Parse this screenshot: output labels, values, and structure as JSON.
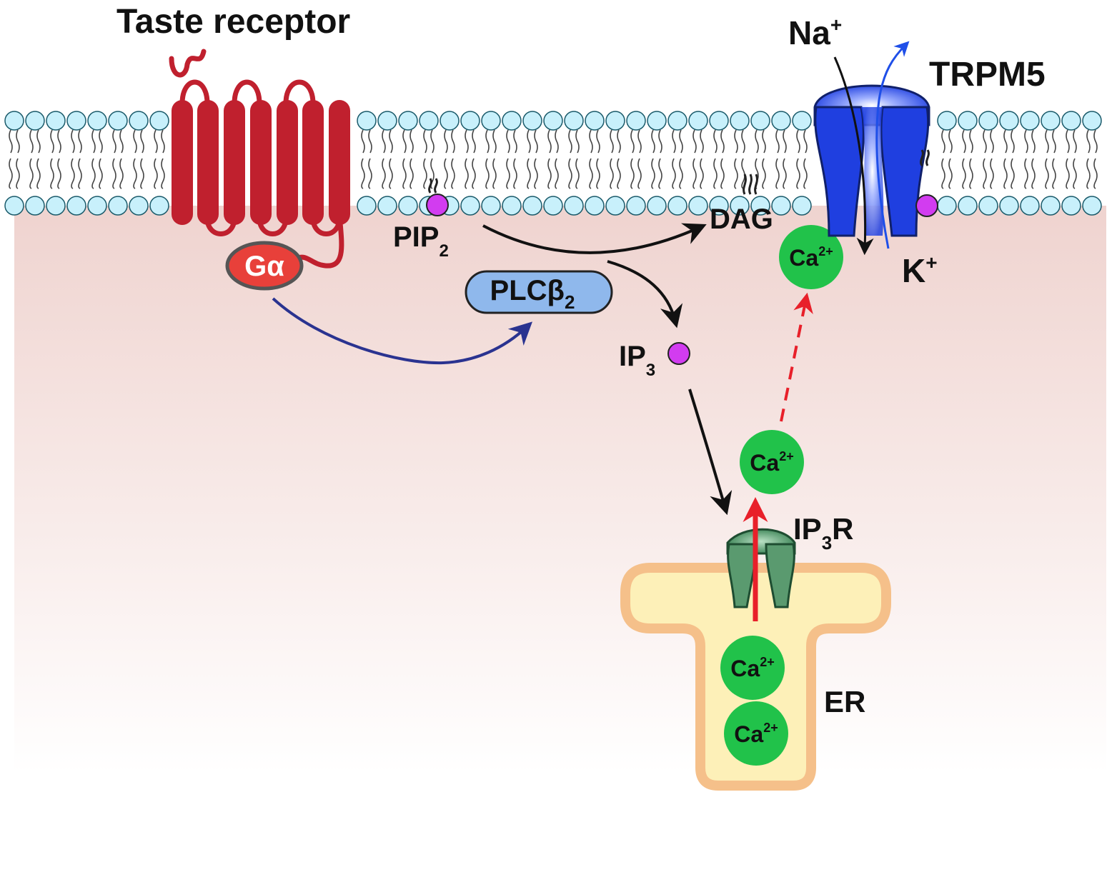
{
  "labels": {
    "taste_receptor": "Taste receptor",
    "trpm5": "TRPM5",
    "na_main": "Na",
    "na_sup": "+",
    "k_main": "K",
    "k_sup": "+",
    "pip2_main": "PIP",
    "pip2_sub": "2",
    "dag": "DAG",
    "plc_main": "PLCβ",
    "plc_sub": "2",
    "ip3_main": "IP",
    "ip3_sub": "3",
    "ip3r_main": "IP",
    "ip3r_sub": "3",
    "ip3r_tail": "R",
    "g_alpha": "Gα",
    "er": "ER",
    "ca_main": "Ca",
    "ca_sup": "2+"
  },
  "colors": {
    "receptor": "#c0202e",
    "g_alpha": "#e8403a",
    "plc": "#8fb8ec",
    "trpm5": "#1f3fe0",
    "ip3r": "#2e7a4a",
    "calcium": "#21c24a",
    "lipid_head": "#c8f0fb",
    "phospholipid_marker": "#d23cf0",
    "er_fill": "#fdf0b8",
    "er_border": "#f5c08a",
    "cytoplasm_top": "#f0d4d0",
    "gq_arrow": "#2a3390",
    "na_arrow": "#111111",
    "k_arrow": "#1f4fe8",
    "release_arrow": "#e8202a"
  }
}
